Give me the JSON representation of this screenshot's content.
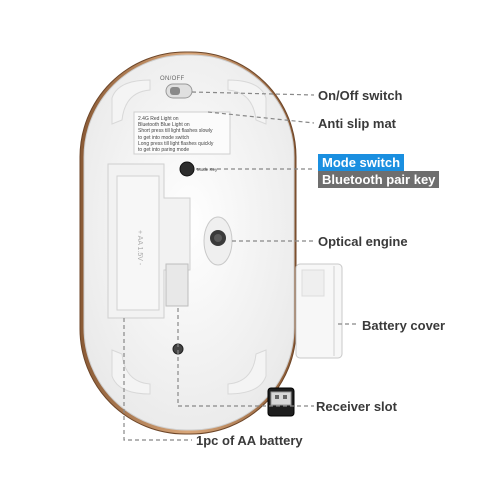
{
  "product": {
    "onoff_engraving": "ON/OFF",
    "info_lines": [
      "2.4G Red Light on",
      "Bluetooth Blue Light on",
      "Short press till light flashes slowly",
      "to get into mode switch",
      "Long press till light flashes quickly",
      "to get into paring mode"
    ],
    "mode_key_engraving": "Mode Key"
  },
  "callouts": {
    "onoff": "On/Off switch",
    "anti_slip": "Anti slip mat",
    "mode_switch": "Mode switch",
    "bt_pair": "Bluetooth pair key",
    "optical": "Optical engine",
    "battery_cover": "Battery cover",
    "receiver": "Receiver slot",
    "aa_battery": "1pc of AA battery"
  },
  "colors": {
    "mode_switch_bg": "#1a8fe0",
    "bt_pair_bg": "#6e6e6e",
    "shell_rim": "#b8865a",
    "label_text": "#3a3a3a"
  }
}
